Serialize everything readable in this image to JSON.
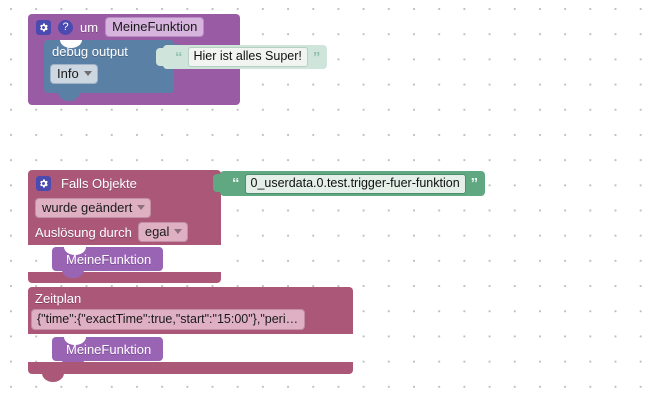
{
  "workspace": {
    "background_color": "#ffffff",
    "grid_dot_color": "#bfbfbf"
  },
  "colors": {
    "function_purple": "#9a5ba5",
    "call_purple": "#9a64b5",
    "debug_blue": "#5b80a5",
    "trigger_mauve": "#ab5878",
    "string_light_green": "#cfe4da",
    "string_dark_green": "#5fa882",
    "icon_badge_blue": "#4a4ab0"
  },
  "function_block": {
    "gear_icon": "gear-icon",
    "help_icon": "help-icon",
    "label": "um",
    "name_field": "MeineFunktion",
    "debug": {
      "label": "debug output",
      "level_option": "Info",
      "message": "Hier ist alles Super!"
    }
  },
  "trigger_block": {
    "gear_icon": "gear-icon",
    "title": "Falls Objekte",
    "object_id": "0_userdata.0.test.trigger-fuer-funktion",
    "condition_option": "wurde geändert",
    "source_label": "Auslösung durch",
    "source_option": "egal",
    "call": "MeineFunktion"
  },
  "schedule_block": {
    "title": "Zeitplan",
    "schedule_value": "{\"time\":{\"exactTime\":true,\"start\":\"15:00\"},\"peri…",
    "call": "MeineFunktion"
  }
}
